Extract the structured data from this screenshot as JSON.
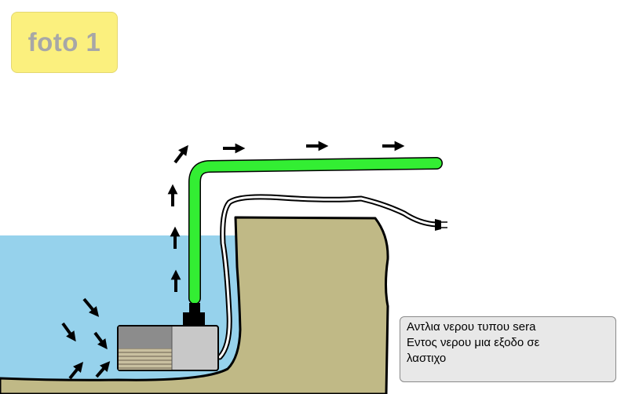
{
  "label": {
    "text": "foto 1"
  },
  "caption": {
    "lines": [
      "Αντλια νερου τυπου sera",
      "Εντος νερου μια εξοδο σε",
      "λαστιχο"
    ]
  },
  "colors": {
    "water": "#96d2ec",
    "ground": "#c0b986",
    "hose": "#33ee33",
    "label_background": "#fbf07e",
    "label_text": "#a7a7a7",
    "caption_background": "#e8e8e8",
    "pump_dark": "#8c8c8c",
    "pump_light": "#c8c8c8"
  },
  "icons": {
    "flow_arrows": "arrow-icon",
    "plug": "power-plug-icon"
  }
}
